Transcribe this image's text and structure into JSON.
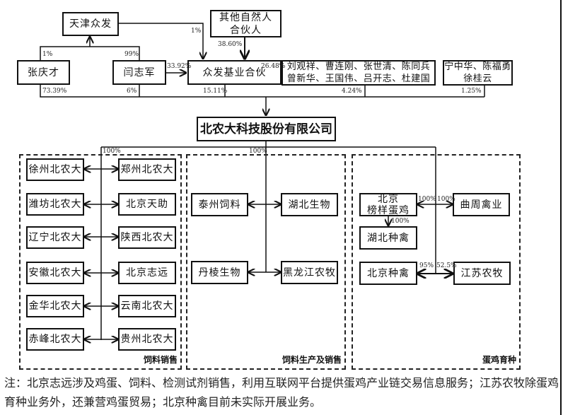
{
  "shareholders": {
    "tianjin_zhongfa": "天津众发",
    "other_partners": [
      "其他自然人",
      "合伙人"
    ],
    "zhang_qingcai": "张庆才",
    "yan_zhijun": "闫志军",
    "zhongfa_jiye": "众发基业合伙",
    "group_names": [
      "刘观祥、曹连刚、张世清、陈同兵",
      "曾新华、王国伟、吕开志、杜建国"
    ],
    "group2_names": [
      "宁中华、陈福勇",
      "徐桂云"
    ]
  },
  "percentages": {
    "zhang_to_tianjin": "1%",
    "yan_to_tianjin": "99%",
    "tianjin_to_zhongfa": "1%",
    "other_to_zhongfa": "38.60%",
    "yan_to_zhongfa": "33.92%",
    "group_to_zhongfa": "26.48%",
    "zhang_to_company": "73.39%",
    "yan_to_company": "6%",
    "zhongfa_to_company": "15.11%",
    "group_to_company": "4.24%",
    "group2_to_company": "1.25%",
    "section1_link": "100%",
    "section2_link": "100%",
    "bangyang_left": "100%",
    "qzhou_right": "100%",
    "hubei_zhongqin": "100%",
    "beijing_zhongqin": "95%",
    "jiangsu_nongmu": "52.5%"
  },
  "company": {
    "name": "北农大科技股份有限公司"
  },
  "sections": [
    {
      "label": "饲料销售",
      "left": [
        "徐州北农大",
        "潍坊北农大",
        "辽宁北农大",
        "安徽北农大",
        "金华北农大",
        "赤峰北农大"
      ],
      "right": [
        "郑州北农大",
        "北京天助",
        "陕西北农大",
        "北京志远",
        "云南北农大",
        "贵州北农大"
      ]
    },
    {
      "label": "饲料生产及销售",
      "left": [
        "泰州饲料",
        "丹棱生物"
      ],
      "right": [
        "湖北生物",
        "黑龙江农牧"
      ]
    },
    {
      "label": "蛋鸡育种",
      "bangyang": [
        "北京",
        "榜样蛋鸡"
      ],
      "hubei_zhongqin": "湖北种禽",
      "beijing_zhongqin": "北京种禽",
      "quzhou": "曲周禽业",
      "jiangsu": "江苏农牧"
    }
  ],
  "note": "注：北京志远涉及鸡蛋、饲料、检测试剂销售，利用互联网平台提供蛋鸡产业链交易信息服务；江苏农牧除蛋鸡育种业务外，还兼营鸡蛋贸易；北京种禽目前未实际开展业务。"
}
